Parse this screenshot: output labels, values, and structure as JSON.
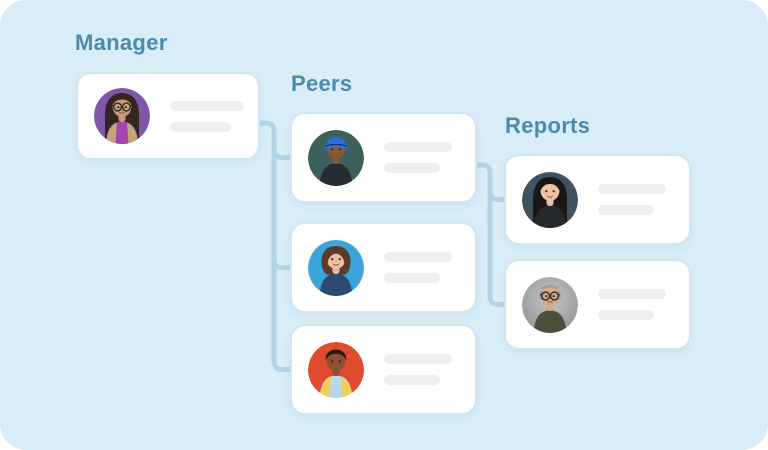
{
  "sections": {
    "manager": {
      "label": "Manager",
      "cards": [
        {
          "id": "m1",
          "avatar": {
            "desc": "man-long-dark-hair-glasses-purple-background",
            "bg": "#7e57a8",
            "skin": "#c99b79",
            "hair": "#35261d",
            "top": "#a743ae",
            "jacket": "#c3a478",
            "style": "long",
            "glasses": true
          }
        }
      ]
    },
    "peers": {
      "label": "Peers",
      "cards": [
        {
          "id": "p1",
          "avatar": {
            "desc": "young-man-blue-cap-dark-teal-background",
            "bg": "#3d5f5e",
            "skin": "#8a5836",
            "hair": "#201a16",
            "top": "#272b33",
            "cap": "#2b6ce0",
            "style": "cap"
          }
        },
        {
          "id": "p2",
          "avatar": {
            "desc": "woman-brown-curly-hair-sky-blue-background",
            "bg": "#3ba4d9",
            "skin": "#ecbfa2",
            "hair": "#5d3a29",
            "top": "#2c4a74",
            "style": "curly"
          }
        },
        {
          "id": "p3",
          "avatar": {
            "desc": "woman-short-dark-hair-yellow-jacket-red-background",
            "bg": "#e04a2e",
            "skin": "#8a5030",
            "hair": "#241a14",
            "top": "#b9d7ea",
            "jacket": "#efcf5a",
            "style": "short"
          }
        }
      ]
    },
    "reports": {
      "label": "Reports",
      "cards": [
        {
          "id": "r1",
          "avatar": {
            "desc": "woman-long-black-hair-dark-slate-background",
            "bg": "#3e5260",
            "skin": "#eac3a5",
            "hair": "#1b1717",
            "top": "#26292c",
            "style": "longstraight"
          }
        },
        {
          "id": "r2",
          "avatar": {
            "desc": "older-man-gray-hair-glasses-gray-background",
            "bg": "#c6c6c6",
            "bg2": "#8e8e8e",
            "skin": "#d7a98b",
            "hair": "#9e9e9e",
            "top": "#4b4f3b",
            "style": "bald",
            "glasses": true
          }
        }
      ]
    }
  },
  "colors": {
    "panel_background": "#d9edf7",
    "heading_text": "#4a8bac",
    "card_background": "#ffffff",
    "card_border": "#cfe7f2",
    "connector_line": "#b2d4e5",
    "placeholder_line": "#efefef"
  }
}
